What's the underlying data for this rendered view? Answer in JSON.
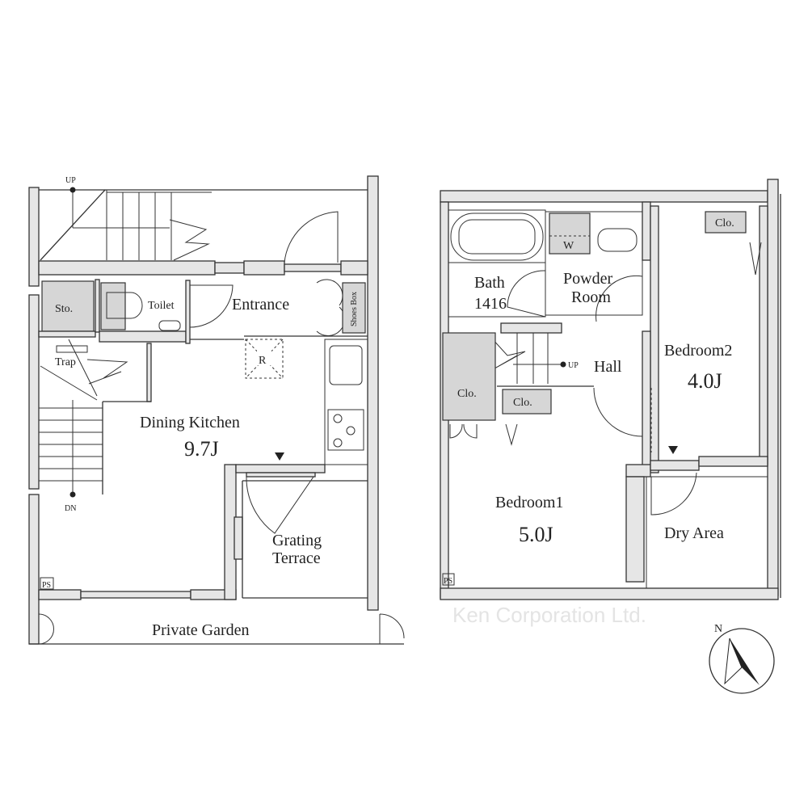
{
  "ground_floor": {
    "labels": {
      "up": "UP",
      "dn": "DN",
      "storage": "Sto.",
      "trap": "Trap",
      "toilet": "Toilet",
      "entrance": "Entrance",
      "shoes_box": "Shoes Box",
      "refrigerator": "R",
      "dining_kitchen": "Dining Kitchen",
      "dining_kitchen_size": "9.7J",
      "grating_terrace_1": "Grating",
      "grating_terrace_2": "Terrace",
      "ps": "PS",
      "private_garden": "Private Garden"
    }
  },
  "upper_floor": {
    "labels": {
      "bath": "Bath",
      "bath_size": "1416",
      "washer": "W",
      "powder_room_1": "Powder",
      "powder_room_2": "Room",
      "closet_bed2": "Clo.",
      "bedroom2": "Bedroom2",
      "bedroom2_size": "4.0J",
      "hall": "Hall",
      "up": "UP",
      "closet_large": "Clo.",
      "closet_small": "Clo.",
      "bedroom1": "Bedroom1",
      "bedroom1_size": "5.0J",
      "dry_area": "Dry Area",
      "ps": "PS"
    }
  },
  "compass": {
    "north": "N"
  },
  "watermark": "Ken Corporation Ltd."
}
